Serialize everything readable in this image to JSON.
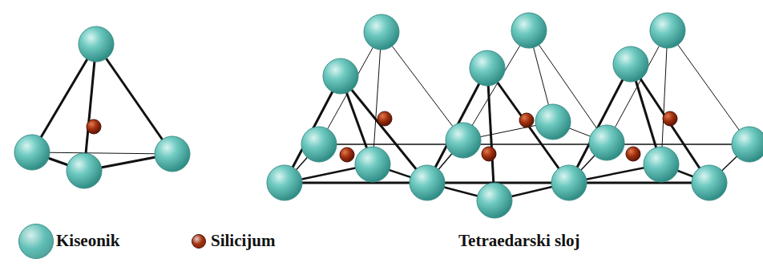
{
  "diagram": {
    "labels": [
      "Tetraedarski sloj"
    ],
    "legend": [
      {
        "text": "Kiseonik",
        "color": "#5fbfb6"
      },
      {
        "text": "Silicijum",
        "color": "#a3300e"
      }
    ]
  }
}
